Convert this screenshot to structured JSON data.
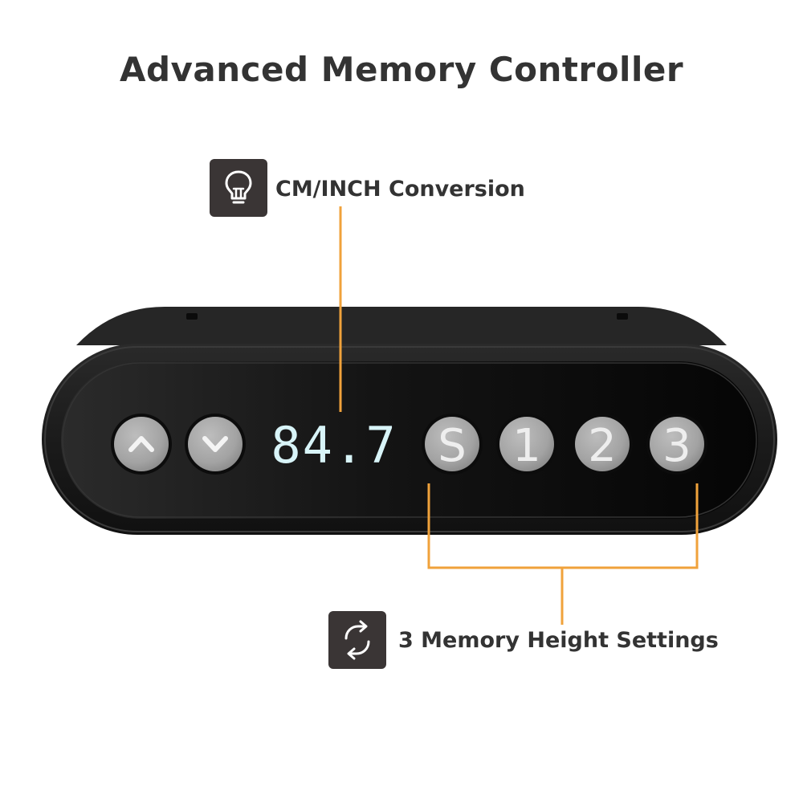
{
  "title": "Advanced Memory Controller",
  "callouts": {
    "conversion": {
      "label": "CM/INCH Conversion",
      "icon": "lightbulb-icon"
    },
    "memory": {
      "label": "3 Memory Height Settings",
      "icon": "sync-arrows-icon"
    }
  },
  "controller": {
    "display_value": "84.7",
    "display_color": "#d8f4f8",
    "buttons": {
      "up": "up-arrow-icon",
      "down": "down-arrow-icon",
      "save": "S",
      "memory_1": "1",
      "memory_2": "2",
      "memory_3": "3"
    }
  },
  "colors": {
    "accent": "#f0a23b",
    "text": "#333333",
    "icon_bg": "#3a3535",
    "button": "#a8a8a8"
  }
}
